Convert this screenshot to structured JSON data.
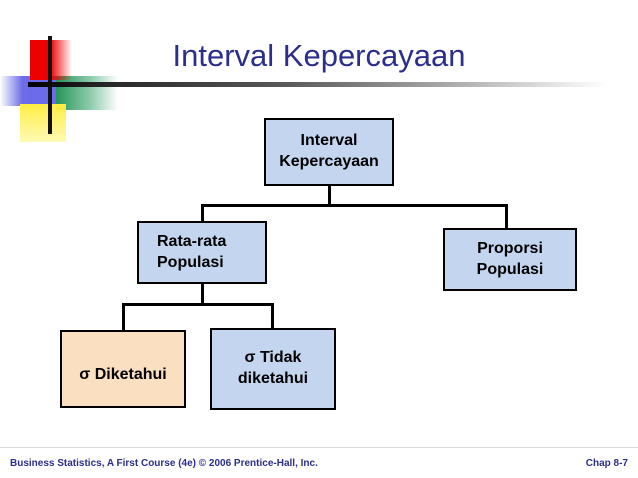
{
  "slide": {
    "title": "Interval Kepercayaan",
    "title_color": "#2b2e8c",
    "background": "#ffffff"
  },
  "logo": {
    "name": "prentice-hall-decorative-logo",
    "colors": {
      "red": "#ee0000",
      "blue": "#4646e1",
      "green": "#008c46",
      "yellow": "#ffee44",
      "cross": "#111111"
    }
  },
  "diagram": {
    "type": "hierarchy-tree",
    "palette": {
      "blue_fill": "#c3d5ef",
      "peach_fill": "#fadfc0",
      "border": "#000000",
      "text": "#000000"
    },
    "nodes": [
      {
        "id": "root",
        "line1": "Interval",
        "line2": "Kepercayaan",
        "fill": "#c3d5ef",
        "align": "center"
      },
      {
        "id": "mean",
        "line1": "Rata-rata",
        "line2": "Populasi",
        "fill": "#c3d5ef",
        "align": "left"
      },
      {
        "id": "proportion",
        "line1": "Proporsi",
        "line2": "Populasi",
        "fill": "#c3d5ef",
        "align": "center"
      },
      {
        "id": "sigma-known",
        "line1": "σ Diketahui",
        "line2": "",
        "fill": "#fadfc0",
        "align": "center"
      },
      {
        "id": "sigma-unknown",
        "line1": "σ Tidak",
        "line2": "diketahui",
        "fill": "#c3d5ef",
        "align": "center"
      }
    ]
  },
  "footer": {
    "left": "Business Statistics, A First Course (4e) © 2006 Prentice-Hall, Inc.",
    "right": "Chap 8-7"
  }
}
